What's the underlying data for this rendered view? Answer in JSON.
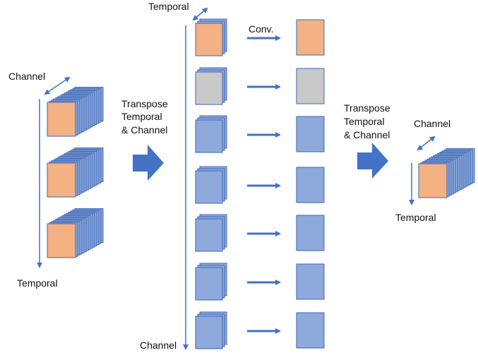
{
  "labels": {
    "left_channel": "Channel",
    "left_temporal": "Temporal",
    "mid_temporal": "Temporal",
    "mid_channel": "Channel",
    "conv": "Conv.",
    "transpose_left": [
      "Transpose",
      "Temporal",
      "& Channel"
    ],
    "transpose_right": [
      "Transpose",
      "Temporal",
      "& Channel"
    ],
    "right_channel": "Channel",
    "right_temporal": "Temporal"
  },
  "colors": {
    "blue_fill": "#8eaadc",
    "blue_stroke": "#3f67b6",
    "orange_fill": "#f4b183",
    "gray_fill": "#c9c9c9",
    "arrow": "#4472c4"
  },
  "middle_rows": [
    {
      "front": "orange"
    },
    {
      "front": "gray"
    },
    {
      "front": "blue"
    },
    {
      "front": "blue"
    },
    {
      "front": "blue"
    },
    {
      "front": "blue"
    },
    {
      "front": "blue"
    }
  ]
}
